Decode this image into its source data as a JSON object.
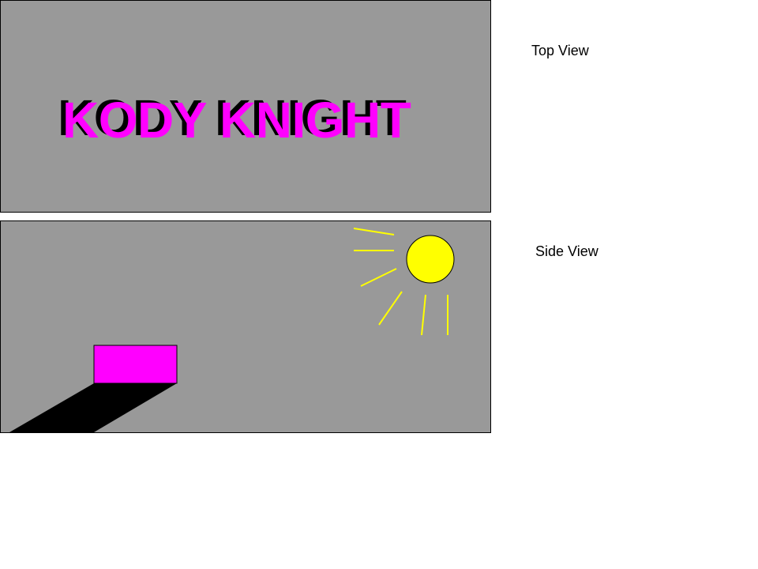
{
  "top_view": {
    "title": "KODY KNIGHT",
    "label": "Top View"
  },
  "side_view": {
    "label": "Side View"
  },
  "colors": {
    "background": "#999999",
    "title": "#ff00ff",
    "title_shadow": "#000000",
    "block": "#ff00ff",
    "shadow": "#000000",
    "sun": "#ffff00",
    "sun_rays": "#ffff00"
  }
}
